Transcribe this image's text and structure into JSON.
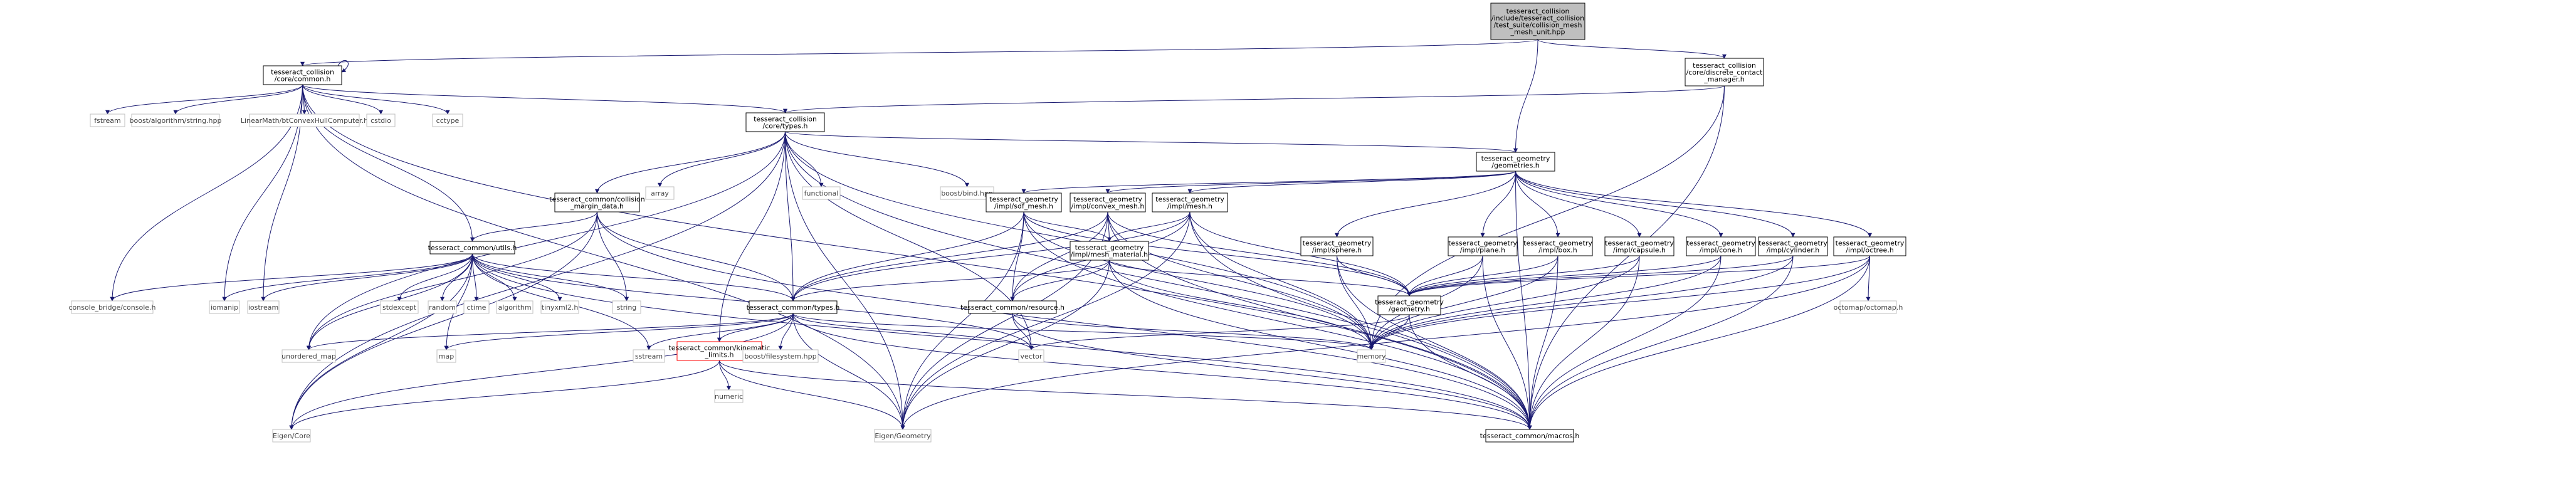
{
  "colors": {
    "edge": "#191970",
    "node_border": "#000000",
    "root_fill": "#bfbfbf",
    "external_border": "#bfbfbf",
    "alert_border": "#ff0000",
    "text": "#000000"
  },
  "nodes": {
    "root": [
      "tesseract_collision",
      "/include/tesseract_collision",
      "/test_suite/collision_mesh",
      "_mesh_unit.hpp"
    ],
    "common_h": [
      "tesseract_collision",
      "/core/common.h"
    ],
    "discrete_mgr": [
      "tesseract_collision",
      "/core/discrete_contact",
      "_manager.h"
    ],
    "types_h": [
      "tesseract_collision",
      "/core/types.h"
    ],
    "geometries_h": [
      "tesseract_geometry",
      "/geometries.h"
    ],
    "fstream": [
      "fstream"
    ],
    "boost_algo": [
      "boost/algorithm/string.hpp"
    ],
    "linearmath": [
      "LinearMath/btConvexHullComputer.h"
    ],
    "cstdio": [
      "cstdio"
    ],
    "cctype": [
      "cctype"
    ],
    "array": [
      "array"
    ],
    "functional": [
      "functional"
    ],
    "boost_bind": [
      "boost/bind.hpp"
    ],
    "margin_data": [
      "tesseract_common/collision",
      "_margin_data.h"
    ],
    "sdf_mesh": [
      "tesseract_geometry",
      "/impl/sdf_mesh.h"
    ],
    "convex_mesh": [
      "tesseract_geometry",
      "/impl/convex_mesh.h"
    ],
    "mesh_h": [
      "tesseract_geometry",
      "/impl/mesh.h"
    ],
    "utils_h": [
      "tesseract_common/utils.h"
    ],
    "mesh_material": [
      "tesseract_geometry",
      "/impl/mesh_material.h"
    ],
    "sphere_h": [
      "tesseract_geometry",
      "/impl/sphere.h"
    ],
    "plane_h": [
      "tesseract_geometry",
      "/impl/plane.h"
    ],
    "box_h": [
      "tesseract_geometry",
      "/impl/box.h"
    ],
    "capsule_h": [
      "tesseract_geometry",
      "/impl/capsule.h"
    ],
    "cone_h": [
      "tesseract_geometry",
      "/impl/cone.h"
    ],
    "cylinder_h": [
      "tesseract_geometry",
      "/impl/cylinder.h"
    ],
    "octree_h": [
      "tesseract_geometry",
      "/impl/octree.h"
    ],
    "console_bridge": [
      "console_bridge/console.h"
    ],
    "iomanip": [
      "iomanip"
    ],
    "iostream": [
      "iostream"
    ],
    "stdexcept": [
      "stdexcept"
    ],
    "random": [
      "random"
    ],
    "ctime": [
      "ctime"
    ],
    "algorithm": [
      "algorithm"
    ],
    "tinyxml2": [
      "tinyxml2.h"
    ],
    "string": [
      "string"
    ],
    "common_types": [
      "tesseract_common/types.h"
    ],
    "resource_h": [
      "tesseract_common/resource.h"
    ],
    "geometry_h": [
      "tesseract_geometry",
      "/geometry.h"
    ],
    "octomap": [
      "octomap/octomap.h"
    ],
    "unordered_map": [
      "unordered_map"
    ],
    "map": [
      "map"
    ],
    "sstream": [
      "sstream"
    ],
    "kinematic_limits": [
      "tesseract_common/kinematic",
      "_limits.h"
    ],
    "boost_fs": [
      "boost/filesystem.hpp"
    ],
    "vector": [
      "vector"
    ],
    "memory": [
      "memory"
    ],
    "numeric": [
      "numeric"
    ],
    "eigen_core": [
      "Eigen/Core"
    ],
    "eigen_geometry": [
      "Eigen/Geometry"
    ],
    "macros_h": [
      "tesseract_common/macros.h"
    ]
  }
}
